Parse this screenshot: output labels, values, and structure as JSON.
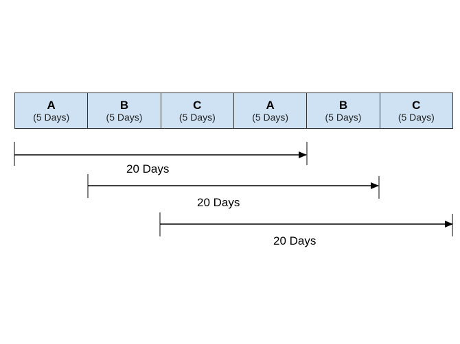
{
  "blocks": [
    {
      "letter": "A",
      "duration": "(5 Days)"
    },
    {
      "letter": "B",
      "duration": "(5 Days)"
    },
    {
      "letter": "C",
      "duration": "(5 Days)"
    },
    {
      "letter": "A",
      "duration": "(5 Days)"
    },
    {
      "letter": "B",
      "duration": "(5 Days)"
    },
    {
      "letter": "C",
      "duration": "(5 Days)"
    }
  ],
  "spans": [
    {
      "label": "20 Days"
    },
    {
      "label": "20 Days"
    },
    {
      "label": "20 Days"
    }
  ],
  "colors": {
    "block_fill": "#cfe2f3",
    "border": "#333333",
    "arrow": "#000000"
  }
}
